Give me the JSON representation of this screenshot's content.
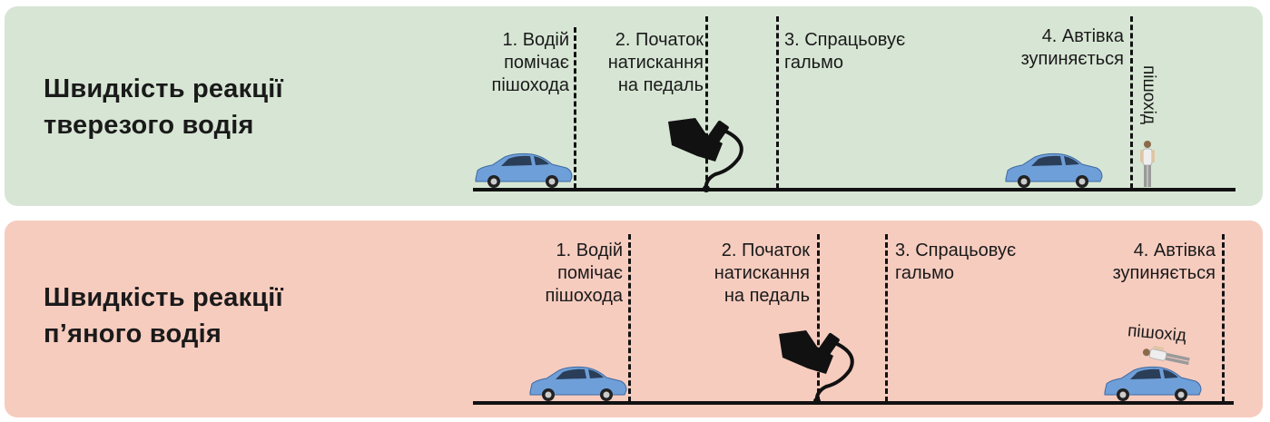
{
  "rows": [
    {
      "id": "sober",
      "title_lines": [
        "Швидкість реакції",
        "тверезого водія"
      ],
      "stages": [
        {
          "lines": [
            "1. Водій",
            "помічає",
            "пішохода"
          ]
        },
        {
          "lines": [
            "2. Початок",
            "натискання",
            "на педаль"
          ]
        },
        {
          "lines": [
            "3. Спрацьовує",
            "гальмо"
          ]
        },
        {
          "lines": [
            "4. Автівка",
            "зупиняється"
          ]
        }
      ],
      "pedestrian_label": "пішохід"
    },
    {
      "id": "drunk",
      "title_lines": [
        "Швидкість реакції",
        "п’яного водія"
      ],
      "stages": [
        {
          "lines": [
            "1. Водій",
            "помічає",
            "пішохода"
          ]
        },
        {
          "lines": [
            "2. Початок",
            "натискання",
            "на педаль"
          ]
        },
        {
          "lines": [
            "3. Спрацьовує",
            "гальмо"
          ]
        },
        {
          "lines": [
            "4. Автівка",
            "зупиняється"
          ]
        }
      ],
      "pedestrian_label": "пішохід"
    }
  ],
  "colors": {
    "sober_bg": "#d7e6d4",
    "drunk_bg": "#f6ccbf",
    "car": "#6f9fd8",
    "ink": "#111111"
  },
  "icons": [
    "car-icon",
    "brake-pedal-icon",
    "pedestrian-icon"
  ]
}
